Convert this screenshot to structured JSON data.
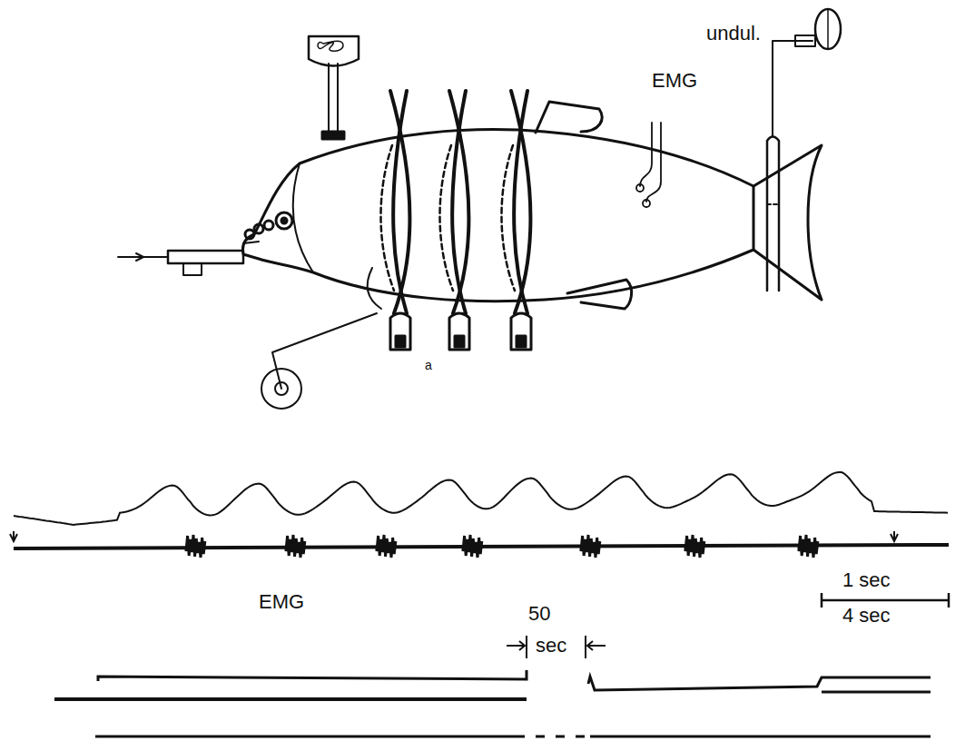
{
  "diagram": {
    "labels": [
      "EMG",
      "undul.",
      "a",
      "EMG",
      "50",
      "sec",
      "1 sec",
      "4 sec"
    ]
  }
}
